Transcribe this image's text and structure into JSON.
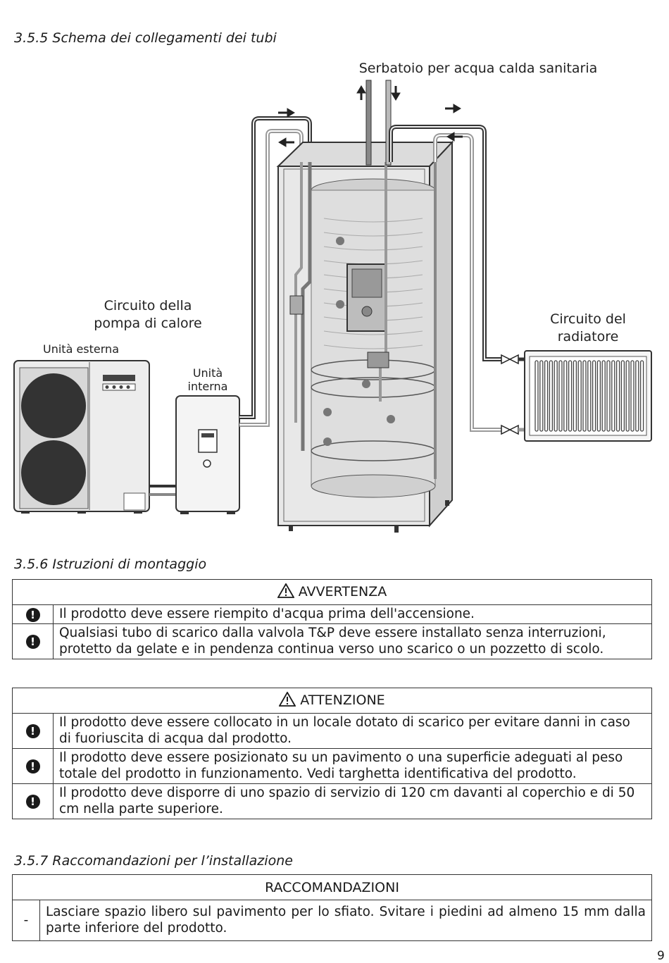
{
  "sections": {
    "s355": "3.5.5 Schema dei collegamenti dei tubi",
    "s356": "3.5.6 Istruzioni di montaggio",
    "s357": "3.5.7 Raccomandazioni per l’installazione"
  },
  "diagram": {
    "label_tank": "Serbatoio per acqua calda sanitaria",
    "label_heat_pump_line1": "Circuito della",
    "label_heat_pump_line2": "pompa di calore",
    "label_outdoor": "Unità esterna",
    "label_indoor_line1": "Unità",
    "label_indoor_line2": "interna",
    "label_radiator_line1": "Circuito del",
    "label_radiator_line2": "radiatore"
  },
  "warning": {
    "title": "AVVERTENZA",
    "items": [
      "Il prodotto deve essere riempito d'acqua prima dell'accensione.",
      "Qualsiasi tubo di scarico dalla valvola T&P deve essere installato senza interruzioni, protetto da gelate e in pendenza continua verso uno scarico o un pozzetto di scolo."
    ]
  },
  "caution": {
    "title": "ATTENZIONE",
    "items": [
      "Il prodotto deve essere collocato in un locale dotato di scarico per evitare danni in caso di fuoriuscita di acqua dal prodotto.",
      "Il prodotto deve essere posizionato su un pavimento o una superficie adeguati al peso totale del prodotto in funzionamento. Vedi targhetta identificativa del prodotto.",
      "Il prodotto deve disporre di uno spazio di servizio di 120 cm davanti al coperchio e di 50 cm nella parte superiore."
    ]
  },
  "recommendations": {
    "title": "RACCOMANDAZIONI",
    "items": [
      {
        "marker": "-",
        "text": "Lasciare spazio libero sul pavimento per lo sfiato. Svitare i piedini ad almeno 15 mm dalla parte inferiore del prodotto."
      }
    ]
  },
  "icons": {
    "warning_triangle": "warning-triangle-icon",
    "exclamation": "exclamation-circle-icon"
  },
  "page_number": "9"
}
